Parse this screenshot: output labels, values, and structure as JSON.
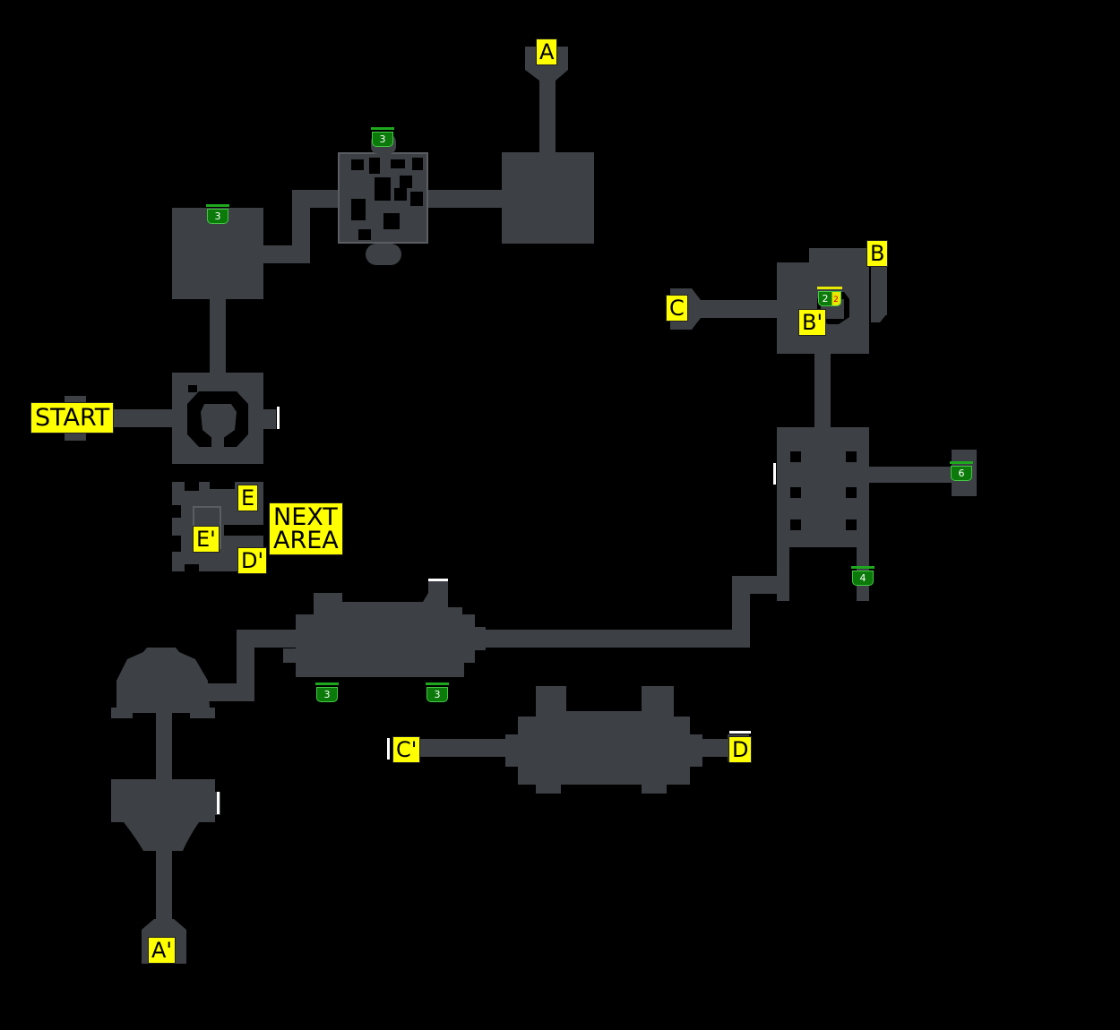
{
  "labels": {
    "start": "START",
    "next_area": "NEXT\nAREA",
    "a": "A",
    "a_prime": "A'",
    "b": "B",
    "b_prime": "B'",
    "c": "C",
    "c_prime": "C'",
    "d": "D",
    "d_prime": "D'",
    "e": "E",
    "e_prime": "E'"
  },
  "chests": [
    {
      "id": "chest-top-center",
      "count": "3"
    },
    {
      "id": "chest-top-left",
      "count": "3"
    },
    {
      "id": "chest-b-room",
      "count": "2"
    },
    {
      "id": "chest-b-room-second",
      "count": "2"
    },
    {
      "id": "chest-east",
      "count": "6"
    },
    {
      "id": "chest-east-lower",
      "count": "4"
    },
    {
      "id": "chest-hall-left",
      "count": "3"
    },
    {
      "id": "chest-hall-right",
      "count": "3"
    }
  ],
  "colors": {
    "floor": "#3d4044",
    "label_bg": "#ffff00",
    "chest": "#0b7a0b",
    "background": "#000000"
  }
}
